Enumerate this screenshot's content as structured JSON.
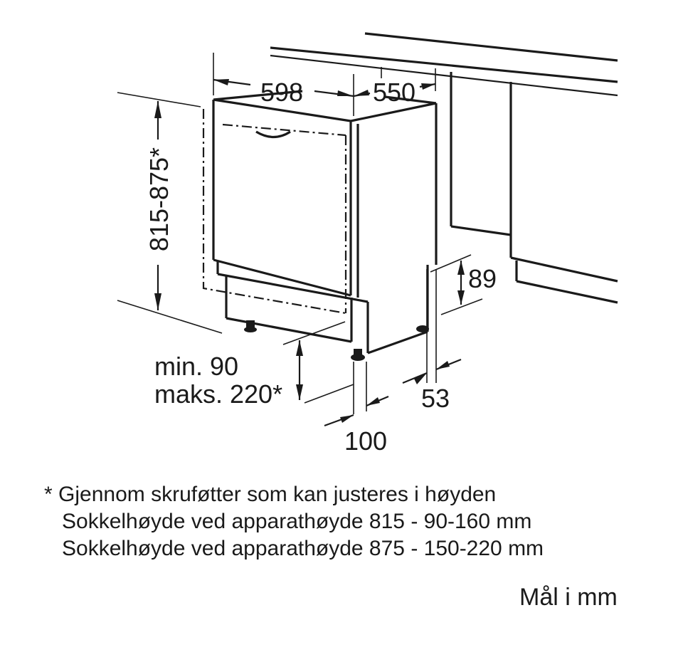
{
  "dimensions": {
    "width": "598",
    "depth": "550",
    "height": "815-875*",
    "plinth_min": "min. 90",
    "plinth_max": "maks. 220*",
    "foot_depth": "100",
    "setback": "53",
    "back_clearance": "89"
  },
  "footnote": {
    "line1": "* Gjennom skruføtter som kan justeres i høyden",
    "line2": "Sokkelhøyde ved apparathøyde 815 - 90-160 mm",
    "line3": "Sokkelhøyde ved apparathøyde 875 - 150-220 mm"
  },
  "units_note": "Mål i mm"
}
